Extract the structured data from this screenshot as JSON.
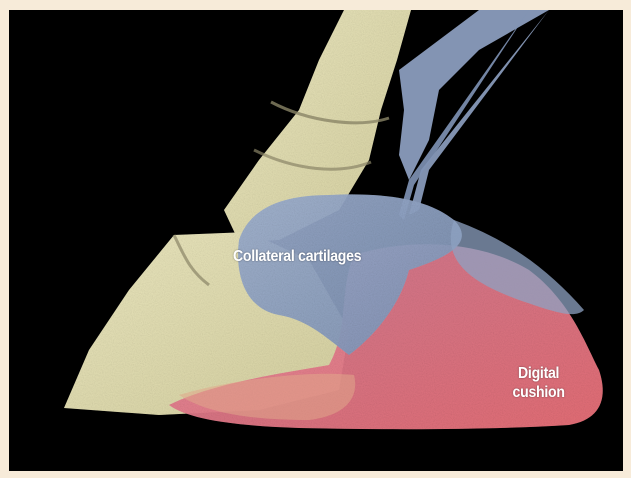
{
  "image": {
    "labels": {
      "collateral_cartilages": "Collateral cartilages",
      "digital_cushion_line1": "Digital",
      "digital_cushion_line2": "cushion"
    }
  },
  "colors": {
    "border": "#f7ebd9",
    "background": "#000000",
    "bone": "#e4e0b4",
    "cartilage": "#8ea1c2",
    "cushion": "#e57a86",
    "label_text": "#ffffff"
  }
}
